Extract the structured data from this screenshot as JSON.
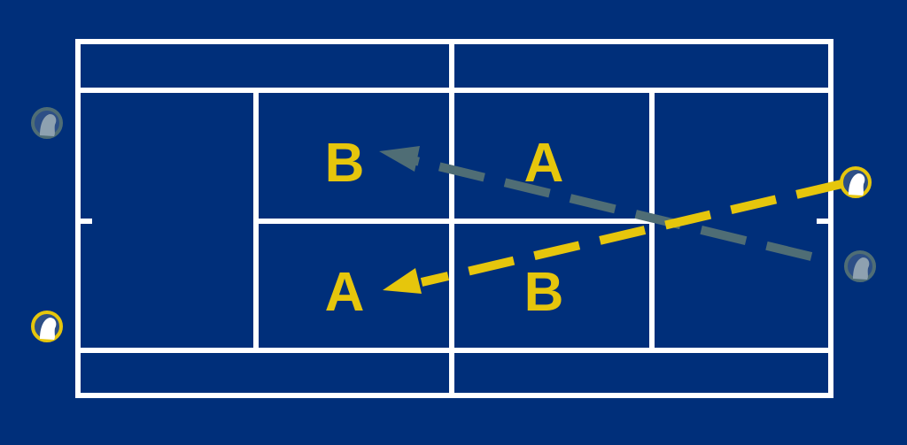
{
  "colors": {
    "background": "#002f7a",
    "lines": "#ffffff",
    "active": "#e6c60c",
    "faded": "#4f6d75",
    "player_fill": "#2d4f86"
  },
  "labels": {
    "top_left": "B",
    "top_right": "A",
    "bottom_left": "A",
    "bottom_right": "B"
  },
  "players": [
    {
      "id": "player-top-left",
      "state": "faded"
    },
    {
      "id": "player-bottom-left",
      "state": "active"
    },
    {
      "id": "player-right-active",
      "state": "active"
    },
    {
      "id": "player-right-faded",
      "state": "faded"
    }
  ],
  "shots": [
    {
      "id": "active-shot",
      "target_label": "A",
      "style": "dashed-arrow",
      "state": "active"
    },
    {
      "id": "faded-shot",
      "target_label": "B",
      "style": "dashed-arrow",
      "state": "faded"
    }
  ]
}
